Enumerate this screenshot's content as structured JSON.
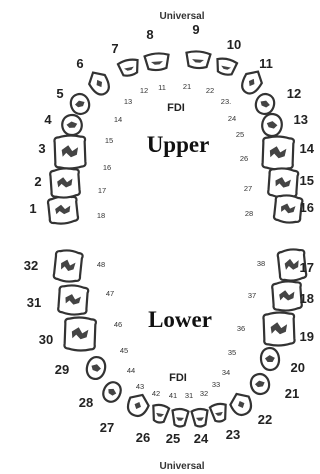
{
  "top_label": "Universal",
  "bottom_label": "Universal",
  "upper_fdi_title": "FDI",
  "lower_fdi_title": "FDI",
  "upper_arch_label": "Upper",
  "lower_arch_label": "Lower",
  "upper_teeth": [
    {
      "universal": "1",
      "fdi": "18",
      "type": "molar"
    },
    {
      "universal": "2",
      "fdi": "17",
      "type": "molar"
    },
    {
      "universal": "3",
      "fdi": "16",
      "type": "molar"
    },
    {
      "universal": "4",
      "fdi": "15",
      "type": "premolar"
    },
    {
      "universal": "5",
      "fdi": "14",
      "type": "premolar"
    },
    {
      "universal": "6",
      "fdi": "13",
      "type": "canine"
    },
    {
      "universal": "7",
      "fdi": "12",
      "type": "incisor"
    },
    {
      "universal": "8",
      "fdi": "11",
      "type": "incisor"
    },
    {
      "universal": "9",
      "fdi": "21",
      "type": "incisor"
    },
    {
      "universal": "10",
      "fdi": "22",
      "type": "incisor"
    },
    {
      "universal": "11",
      "fdi": "23.",
      "type": "canine"
    },
    {
      "universal": "12",
      "fdi": "24",
      "type": "premolar"
    },
    {
      "universal": "13",
      "fdi": "25",
      "type": "premolar"
    },
    {
      "universal": "14",
      "fdi": "26",
      "type": "molar"
    },
    {
      "universal": "15",
      "fdi": "27",
      "type": "molar"
    },
    {
      "universal": "16",
      "fdi": "28",
      "type": "molar"
    }
  ],
  "lower_teeth": [
    {
      "universal": "17",
      "fdi": "38",
      "type": "molar"
    },
    {
      "universal": "18",
      "fdi": "37",
      "type": "molar"
    },
    {
      "universal": "19",
      "fdi": "36",
      "type": "molar"
    },
    {
      "universal": "20",
      "fdi": "35",
      "type": "premolar"
    },
    {
      "universal": "21",
      "fdi": "34",
      "type": "premolar"
    },
    {
      "universal": "22",
      "fdi": "33",
      "type": "canine"
    },
    {
      "universal": "23",
      "fdi": "32",
      "type": "incisor"
    },
    {
      "universal": "24",
      "fdi": "31",
      "type": "incisor"
    },
    {
      "universal": "25",
      "fdi": "41",
      "type": "incisor"
    },
    {
      "universal": "26",
      "fdi": "42",
      "type": "incisor"
    },
    {
      "universal": "27",
      "fdi": "43",
      "type": "canine"
    },
    {
      "universal": "28",
      "fdi": "44",
      "type": "premolar"
    },
    {
      "universal": "29",
      "fdi": "45",
      "type": "premolar"
    },
    {
      "universal": "30",
      "fdi": "46",
      "type": "molar"
    },
    {
      "universal": "31",
      "fdi": "47",
      "type": "molar"
    },
    {
      "universal": "32",
      "fdi": "48",
      "type": "molar"
    }
  ]
}
